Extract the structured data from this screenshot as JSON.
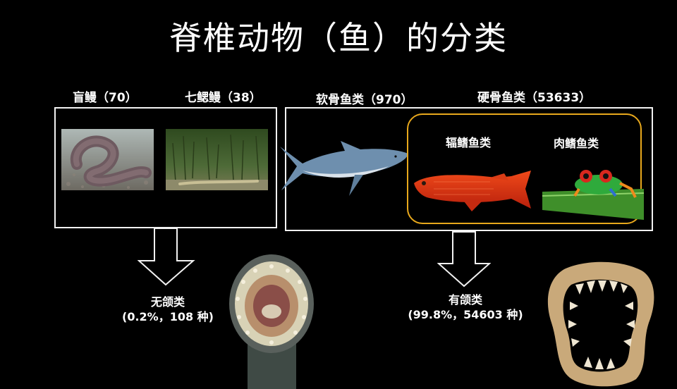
{
  "title": "脊椎动物（鱼）的分类",
  "left_group": {
    "hagfish_label": "盲鳗（70）",
    "lamprey_label": "七鳃鳗（38）",
    "result_line1": "无颌类",
    "result_line2": "(0.2%，108 种)"
  },
  "right_group": {
    "cartilaginous_label": "软骨鱼类（970）",
    "bony_label": "硬骨鱼类（53633）",
    "rayfinned_label": "辐鳍鱼类",
    "lobefinned_label": "肉鳍鱼类",
    "result_line1": "有颌类",
    "result_line2": "(99.8%，54603 种)"
  },
  "colors": {
    "background": "#000000",
    "box_border": "#f2f2f2",
    "bony_box_border": "#e8a81c"
  }
}
